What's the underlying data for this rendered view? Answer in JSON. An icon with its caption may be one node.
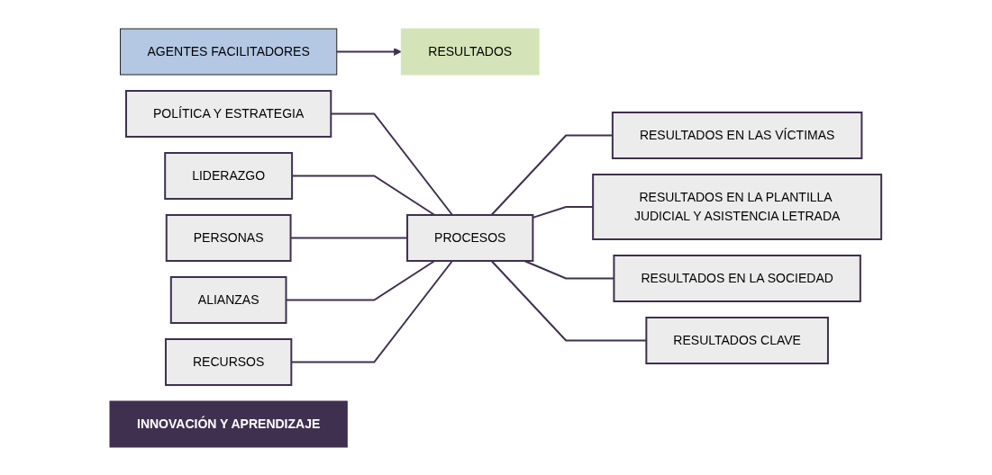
{
  "diagram": {
    "nodes": [
      {
        "text": [
          "AGENTES FACILITADORES"
        ]
      },
      {
        "text": [
          "RESULTADOS"
        ]
      },
      {
        "text": [
          "POLÍTICA Y ESTRATEGIA"
        ]
      },
      {
        "text": [
          "LIDERAZGO"
        ]
      },
      {
        "text": [
          "PERSONAS"
        ]
      },
      {
        "text": [
          "ALIANZAS"
        ]
      },
      {
        "text": [
          "RECURSOS"
        ]
      },
      {
        "text": [
          "PROCESOS"
        ]
      },
      {
        "text": [
          "RESULTADOS EN LAS VÍCTIMAS"
        ]
      },
      {
        "text": [
          "RESULTADOS EN LA PLANTILLA JUDICIAL Y ASISTENCIA LETRADA"
        ]
      },
      {
        "text": [
          "RESULTADOS EN LA SOCIEDAD"
        ]
      },
      {
        "text": [
          "RESULTADOS CLAVE"
        ]
      },
      {
        "text": [
          "INNOVACIÓN Y APRENDIZAJE"
        ]
      }
    ],
    "edges": [
      {
        "from": 0,
        "to": 1,
        "arrow": "to"
      },
      {
        "from": 2,
        "to": 7,
        "arrow": "none"
      },
      {
        "from": 3,
        "to": 7,
        "arrow": "none"
      },
      {
        "from": 4,
        "to": 7,
        "arrow": "none"
      },
      {
        "from": 5,
        "to": 7,
        "arrow": "none"
      },
      {
        "from": 6,
        "to": 7,
        "arrow": "none"
      },
      {
        "from": 7,
        "to": 8,
        "arrow": "none"
      },
      {
        "from": 7,
        "to": 9,
        "arrow": "none"
      },
      {
        "from": 7,
        "to": 10,
        "arrow": "none"
      },
      {
        "from": 7,
        "to": 11,
        "arrow": "none"
      }
    ]
  }
}
